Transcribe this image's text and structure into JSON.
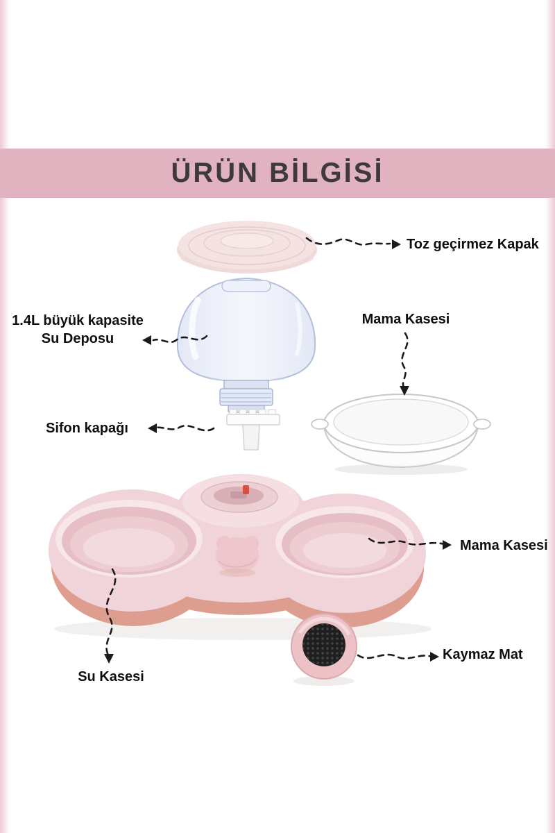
{
  "banner": {
    "title": "ÜRÜN BİLGİSİ",
    "bg_color": "#e1b3c1",
    "text_color": "#3e3a3c"
  },
  "labels": {
    "lid": "Toz geçirmez Kapak",
    "tank_line1": "1.4L büyük kapasite",
    "tank_line2": "Su Deposu",
    "food_bowl_top": "Mama Kasesi",
    "siphon": "Sifon kapağı",
    "food_bowl_right": "Mama Kasesi",
    "water_bowl": "Su Kasesi",
    "mat": "Kaymaz Mat"
  },
  "colors": {
    "base_pink": "#f1d4d9",
    "base_underside": "#de9e8f",
    "lid_pink": "#f4e3e2",
    "tank_tint": "#e3e9f6",
    "mat_black": "#1f1f1f",
    "arrow": "#1b1b1b",
    "red_clip": "#d94f41"
  }
}
